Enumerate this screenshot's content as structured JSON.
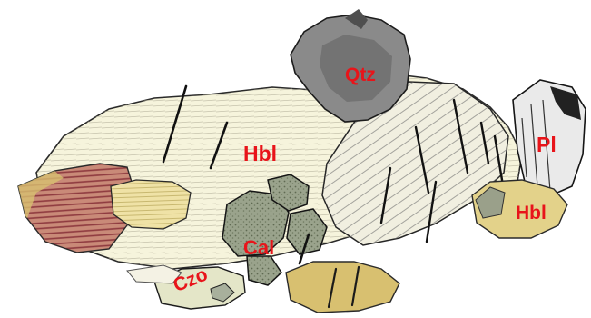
{
  "labels": {
    "qtz": "Qtz",
    "hbl_main": "Hbl",
    "pl": "Pl",
    "hbl_right": "Hbl",
    "cal": "Cal",
    "czo": "Czo"
  },
  "colors": {
    "label": "#e8141a",
    "hornblende_fill": "#f6f4dc",
    "quartz_fill": "#8a8a8a",
    "plagioclase_fill": "#eaeaea",
    "calcite_fill": "#a8b09c",
    "clinozoisite_fill": "#e4e6c8",
    "ochre_fill": "#d8c070",
    "red_banding": "#b04a4a",
    "outline": "#1a1a1a"
  }
}
